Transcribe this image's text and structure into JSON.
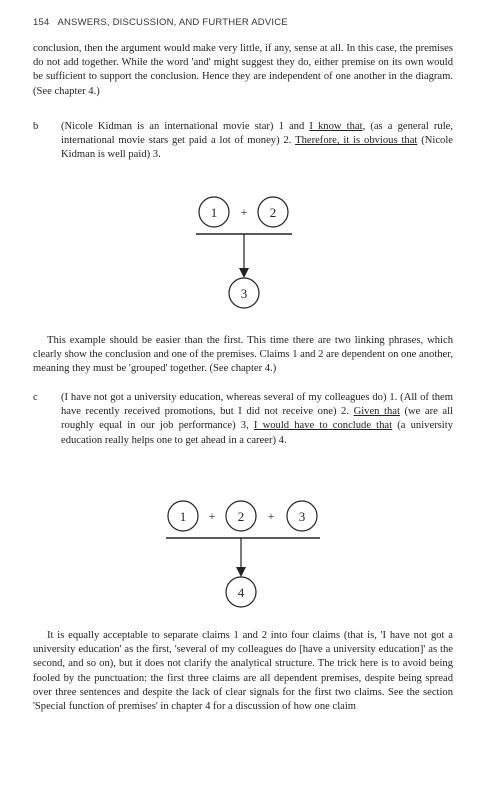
{
  "header": {
    "page_number": "154",
    "running_title": "ANSWERS, DISCUSSION, AND FURTHER ADVICE"
  },
  "para1": "conclusion, then the argument would make very little, if any, sense at all. In this case, the premises do not add together. While the word 'and' might suggest they do, either premise on its own would be sufficient to support the conclusion. Hence they are independent of one another in the diagram. (See chapter 4.)",
  "item_b": {
    "label": "b",
    "t1": "(Nicole Kidman is an international movie star) 1 and ",
    "u1": "I know that",
    "t2": ", (as a general rule, international movie stars get paid a lot of money) 2. ",
    "u2": "Therefore, it is obvious that",
    "t3": " (Nicole Kidman is well paid) 3."
  },
  "diagram1": {
    "premises": [
      "1",
      "2"
    ],
    "operator": "+",
    "conclusion": "3"
  },
  "para2": "This example should be easier than the first. This time there are two linking phrases, which clearly show the conclusion and one of the premises. Claims 1 and 2 are dependent on one another, meaning they must be 'grouped' together. (See chapter 4.)",
  "item_c": {
    "label": "c",
    "t1": "(I have not got a university education, whereas several of my colleagues do) 1. (All of them have recently received promotions, but I did not receive one) 2. ",
    "u1": "Given that",
    "t2": " (we are all roughly equal in our job performance) 3, ",
    "u2": "I would have to conclude that",
    "t3": " (a university education really helps one to get ahead in a career) 4."
  },
  "diagram2": {
    "premises": [
      "1",
      "2",
      "3"
    ],
    "operator": "+",
    "conclusion": "4"
  },
  "para3": "It is equally acceptable to separate claims 1 and 2 into four claims (that is, 'I have not got a university education' as the first, 'several of my colleagues do [have a university education]' as the second, and so on), but it does not clarify the analytical structure. The trick here is to avoid being fooled by the punctuation: the first three claims are all dependent premises, despite being spread over three sentences and despite the lack of clear signals for the first two claims. See the section 'Special function of premises' in chapter 4 for a discussion of how one claim"
}
